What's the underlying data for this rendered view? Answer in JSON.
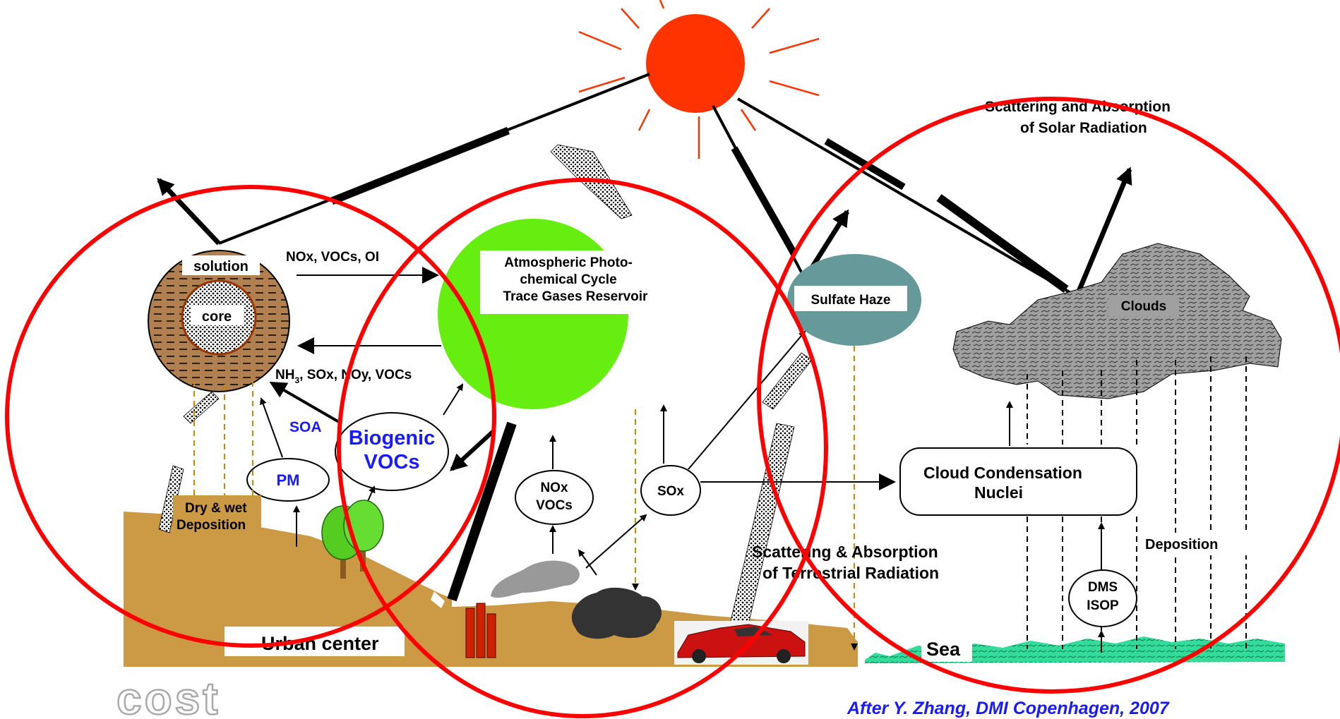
{
  "labels": {
    "solution": "solution",
    "core": "core",
    "nox_vocs_oi": "NOx, VOCs, OI",
    "nh3_sox": "NH",
    "nh3_sub": "3",
    "nh3_rest": ", SOx, NOy, VOCs",
    "atm_line1": "Atmospheric Photo-",
    "atm_line2": "chemical  Cycle",
    "atm_line3": "Trace Gases Reservoir",
    "sulfate_haze": "Sulfate Haze",
    "clouds": "Clouds",
    "scatter_solar_1": "Scattering and Absorption",
    "scatter_solar_2": "of Solar Radiation",
    "soa": "SOA",
    "biogenic_1": "Biogenic",
    "biogenic_2": "VOCs",
    "pm": "PM",
    "dry_wet_1": "Dry & wet",
    "dry_wet_2": "Deposition",
    "nox": "NOx",
    "vocs": "VOCs",
    "sox": "SOx",
    "ccn_1": "Cloud Condensation",
    "ccn_2": "Nuclei",
    "scatter_terr_1": "Scattering & Absorption",
    "scatter_terr_2": "of Terrestrial Radiation",
    "deposition": "Deposition",
    "dms": "DMS",
    "isop": "ISOP",
    "urban_center": "Urban center",
    "sea": "Sea",
    "cost_logo": "cost",
    "citation": "After  Y. Zhang, DMI Copenhagen, 2007"
  },
  "colors": {
    "sun": "#ff3300",
    "sun_rays": "#ff3300",
    "highlight_circles": "#ff0000",
    "atmosphere": "#66ee11",
    "sulfate_haze": "#669999",
    "ground": "#cc9944",
    "sea": "#33dd99",
    "particle": "#b08050",
    "clouds": "#999999"
  }
}
